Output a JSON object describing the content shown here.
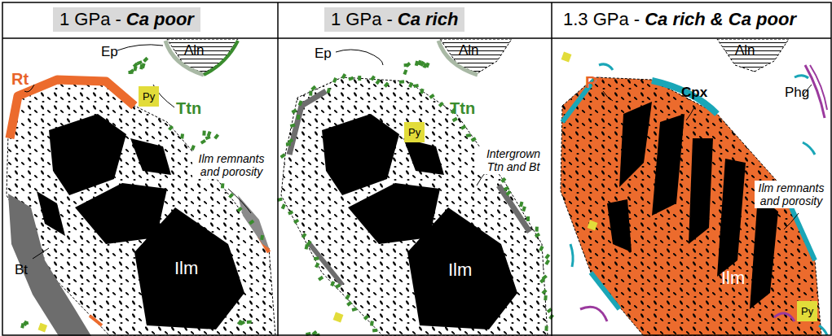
{
  "diagram": {
    "nodes": [
      {
        "text": [
          "1 GPa -",
          "Ca poor"
        ]
      },
      {
        "text": [
          "1 GPa -",
          "Ca rich"
        ]
      },
      {
        "text": [
          "1.3 GPa -",
          "Ca rich & Ca poor"
        ]
      }
    ],
    "labels": [
      "Ep",
      "Aln",
      "Ttn",
      "Rt",
      "Py",
      "Ilm remnants and porosity",
      "Bt",
      "Ilm",
      "Ep",
      "Aln",
      "Ttn",
      "Py",
      "Intergrown Ttn and Bt",
      "Ilm",
      "Aln",
      "Rt",
      "Cpx",
      "Phg",
      "Ilm remnants and porosity",
      "Ilm",
      "Py"
    ]
  }
}
